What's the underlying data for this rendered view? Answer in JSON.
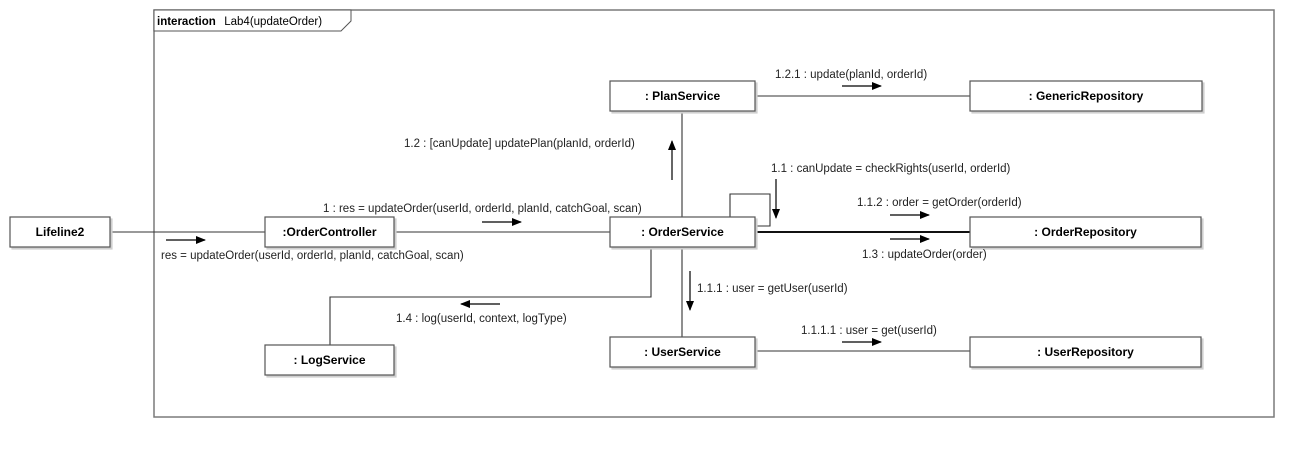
{
  "frame": {
    "keyword": "interaction",
    "name": "Lab4(updateOrder)"
  },
  "lifelines": {
    "lifeline2": "Lifeline2",
    "order_controller": ":OrderController",
    "order_service": ": OrderService",
    "plan_service": ": PlanService",
    "generic_repository": ": GenericRepository",
    "order_repository": ": OrderRepository",
    "user_service": ": UserService",
    "user_repository": ": UserRepository",
    "log_service": ": LogService"
  },
  "messages": {
    "m_res": "res = updateOrder(userId, orderId, planId, catchGoal, scan)",
    "m_1": "1 : res = updateOrder(userId, orderId, planId, catchGoal, scan)",
    "m_1_1": "1.1 : canUpdate = checkRights(userId, orderId)",
    "m_1_1_1": "1.1.1 : user = getUser(userId)",
    "m_1_1_1_1": "1.1.1.1 : user = get(userId)",
    "m_1_1_2": "1.1.2 : order = getOrder(orderId)",
    "m_1_2": "1.2 : [canUpdate] updatePlan(planId, orderId)",
    "m_1_2_1": "1.2.1 : update(planId, orderId)",
    "m_1_3": "1.3 : updateOrder(order)",
    "m_1_4": "1.4 : log(userId, context, logType)"
  }
}
